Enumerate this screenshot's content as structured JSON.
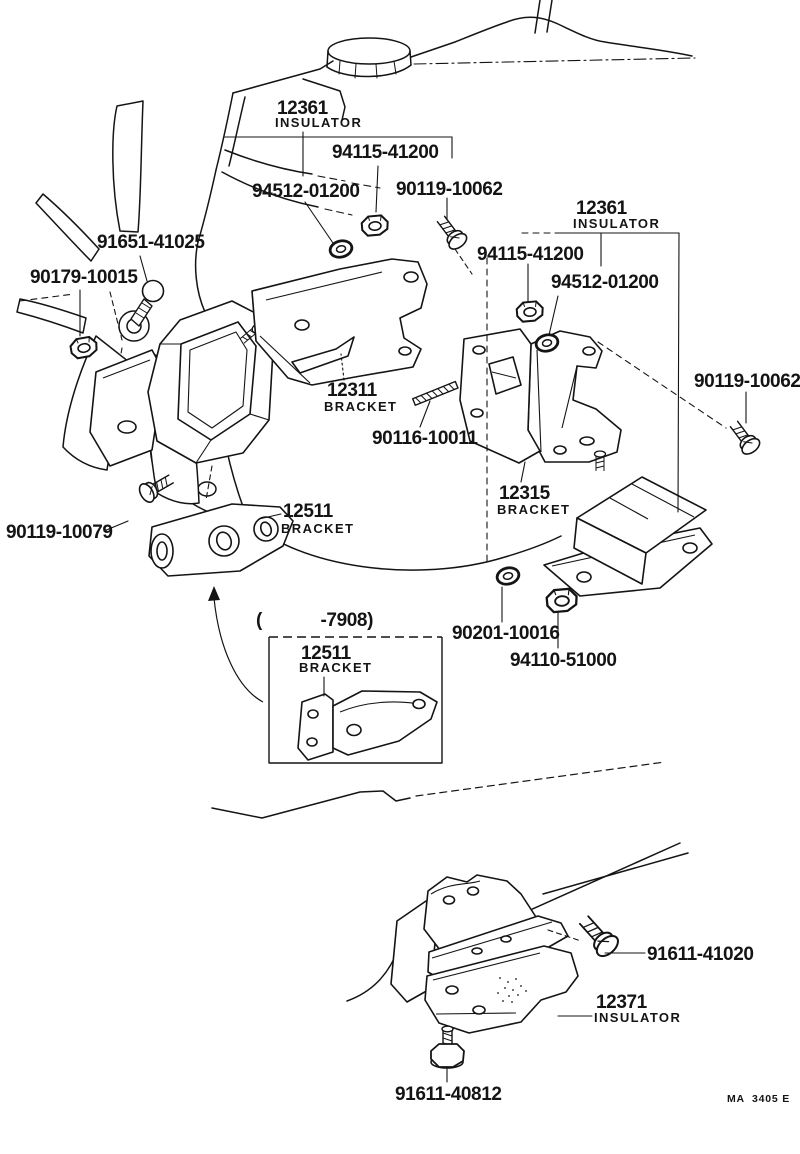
{
  "colors": {
    "ink": "#141414",
    "paper": "#ffffff"
  },
  "labels": {
    "insulator_top": {
      "number": "12361",
      "name": "INSULATOR"
    },
    "p94115_top": "94115-41200",
    "p94512_top": "94512-01200",
    "p90119_top": "90119-10062",
    "insulator_right": {
      "number": "12361",
      "name": "INSULATOR"
    },
    "p94115_right": "94115-41200",
    "p94512_right": "94512-01200",
    "p91651": "91651-41025",
    "p90179": "90179-10015",
    "bracket_12311": {
      "number": "12311",
      "name": "BRACKET"
    },
    "p90116": "90116-10011",
    "p90119_right": "90119-10062",
    "bracket_12315": {
      "number": "12315",
      "name": "BRACKET"
    },
    "bracket_12511": {
      "number": "12511",
      "name": "BRACKET"
    },
    "p90119_side": "90119-10079",
    "inset_caption": "(            -7908)",
    "bracket_12511_inset": {
      "number": "12511",
      "name": "BRACKET"
    },
    "p90201": "90201-10016",
    "p94110": "94110-51000",
    "p91611_upper": "91611-41020",
    "insulator_rear": {
      "number": "12371",
      "name": "INSULATOR"
    },
    "p91611_lower": "91611-40812"
  },
  "footer": {
    "code": "MA  3405 E"
  }
}
